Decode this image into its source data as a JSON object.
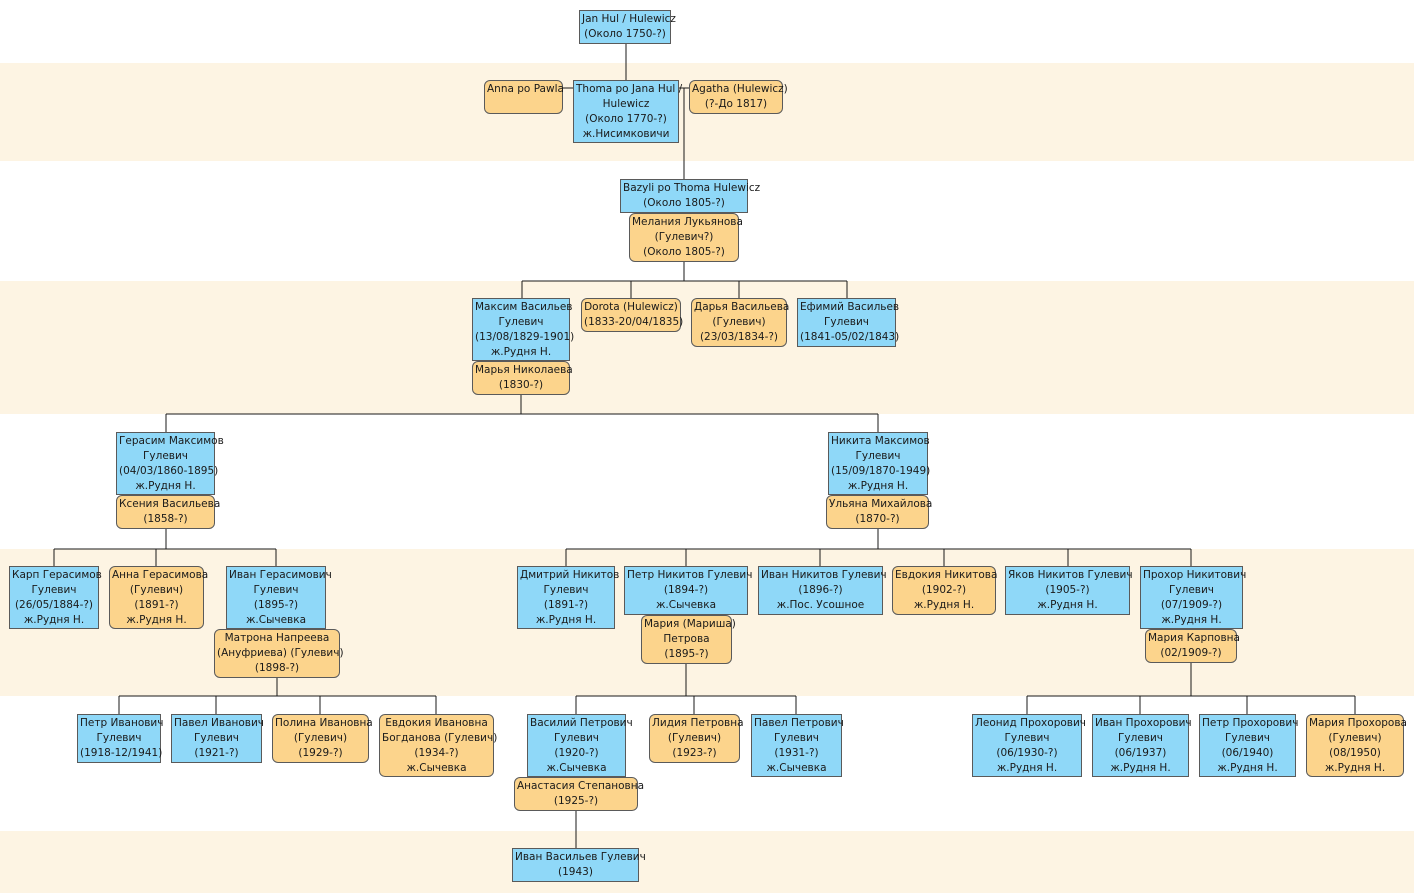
{
  "colors": {
    "band": "#fdf4e3",
    "male": "#8fd8f8",
    "female": "#fcd48c",
    "line": "#1a1a1a",
    "border": "#5a5a5a"
  },
  "people": {
    "p01": {
      "lines": [
        "Jan Hul / Hulewicz",
        "(Около 1750-?)"
      ]
    },
    "p02": {
      "lines": [
        "Anna po Pawla"
      ]
    },
    "p03": {
      "lines": [
        "Thoma po Jana Hul /",
        "Hulewicz",
        "(Около 1770-?)",
        "ж.Нисимковичи"
      ]
    },
    "p04": {
      "lines": [
        "Agatha (Hulewicz)",
        "(?-До 1817)"
      ]
    },
    "p05": {
      "lines": [
        "Bazyli po Thoma Hulewicz",
        "(Около 1805-?)"
      ]
    },
    "p06": {
      "lines": [
        "Мелания Лукьянова",
        "(Гулевич?)",
        "(Около 1805-?)"
      ]
    },
    "p07": {
      "lines": [
        "Максим Васильев",
        "Гулевич",
        "(13/08/1829-1901)",
        "ж.Рудня Н."
      ]
    },
    "p08": {
      "lines": [
        "Dorota (Hulewicz)",
        "(1833-20/04/1835)"
      ]
    },
    "p09": {
      "lines": [
        "Дарья Васильева",
        "(Гулевич)",
        "(23/03/1834-?)"
      ]
    },
    "p10": {
      "lines": [
        "Ефимий Васильев",
        "Гулевич",
        "(1841-05/02/1843)"
      ]
    },
    "p11": {
      "lines": [
        "Марья Николаева",
        "(1830-?)"
      ]
    },
    "p12": {
      "lines": [
        "Герасим Максимов",
        "Гулевич",
        "(04/03/1860-1895)",
        "ж.Рудня Н."
      ]
    },
    "p13": {
      "lines": [
        "Ксения Васильева",
        "(1858-?)"
      ]
    },
    "p14": {
      "lines": [
        "Никита Максимов",
        "Гулевич",
        "(15/09/1870-1949)",
        "ж.Рудня Н."
      ]
    },
    "p15": {
      "lines": [
        "Ульяна Михайлова",
        "(1870-?)"
      ]
    },
    "p16": {
      "lines": [
        "Карп Герасимов",
        "Гулевич",
        "(26/05/1884-?)",
        "ж.Рудня Н."
      ]
    },
    "p17": {
      "lines": [
        "Анна Герасимова",
        "(Гулевич)",
        "(1891-?)",
        "ж.Рудня Н."
      ]
    },
    "p18": {
      "lines": [
        "Иван Герасимович",
        "Гулевич",
        "(1895-?)",
        "ж.Сычевка"
      ]
    },
    "p19": {
      "lines": [
        "Матрона Напреева",
        "(Ануфриева) (Гулевич)",
        "(1898-?)"
      ]
    },
    "p20": {
      "lines": [
        "Дмитрий Никитов",
        "Гулевич",
        "(1891-?)",
        "ж.Рудня Н."
      ]
    },
    "p21": {
      "lines": [
        "Петр Никитов Гулевич",
        "(1894-?)",
        "ж.Сычевка"
      ]
    },
    "p22": {
      "lines": [
        "Мария (Мариша)",
        "Петрова",
        "(1895-?)"
      ]
    },
    "p23": {
      "lines": [
        "Иван Никитов Гулевич",
        "(1896-?)",
        "ж.Пос. Усошное"
      ]
    },
    "p24": {
      "lines": [
        "Евдокия Никитова",
        "(1902-?)",
        "ж.Рудня Н."
      ]
    },
    "p25": {
      "lines": [
        "Яков Никитов Гулевич",
        "(1905-?)",
        "ж.Рудня Н."
      ]
    },
    "p26": {
      "lines": [
        "Прохор Никитович",
        "Гулевич",
        "(07/1909-?)",
        "ж.Рудня Н."
      ]
    },
    "p27": {
      "lines": [
        "Мария Карповна",
        "(02/1909-?)"
      ]
    },
    "p28": {
      "lines": [
        "Петр Иванович",
        "Гулевич",
        "(1918-12/1941)"
      ]
    },
    "p29": {
      "lines": [
        "Павел Иванович",
        "Гулевич",
        "(1921-?)"
      ]
    },
    "p30": {
      "lines": [
        "Полина Ивановна",
        "(Гулевич)",
        "(1929-?)"
      ]
    },
    "p31": {
      "lines": [
        "Евдокия Ивановна",
        "Богданова (Гулевич)",
        "(1934-?)",
        "ж.Сычевка"
      ]
    },
    "p32": {
      "lines": [
        "Василий Петрович",
        "Гулевич",
        "(1920-?)",
        "ж.Сычевка"
      ]
    },
    "p33": {
      "lines": [
        "Анастасия Степановна",
        "(1925-?)"
      ]
    },
    "p34": {
      "lines": [
        "Лидия Петровна",
        "(Гулевич)",
        "(1923-?)"
      ]
    },
    "p35": {
      "lines": [
        "Павел Петрович",
        "Гулевич",
        "(1931-?)",
        "ж.Сычевка"
      ]
    },
    "p36": {
      "lines": [
        "Леонид Прохорович",
        "Гулевич",
        "(06/1930-?)",
        "ж.Рудня Н."
      ]
    },
    "p37": {
      "lines": [
        "Иван Прохорович",
        "Гулевич",
        "(06/1937)",
        "ж.Рудня Н."
      ]
    },
    "p38": {
      "lines": [
        "Петр Прохорович",
        "Гулевич",
        "(06/1940)",
        "ж.Рудня Н."
      ]
    },
    "p39": {
      "lines": [
        "Мария Прохорова",
        "(Гулевич)",
        "(08/1950)",
        "ж.Рудня Н."
      ]
    },
    "p40": {
      "lines": [
        "Иван Васильев Гулевич",
        "(1943)"
      ]
    }
  }
}
